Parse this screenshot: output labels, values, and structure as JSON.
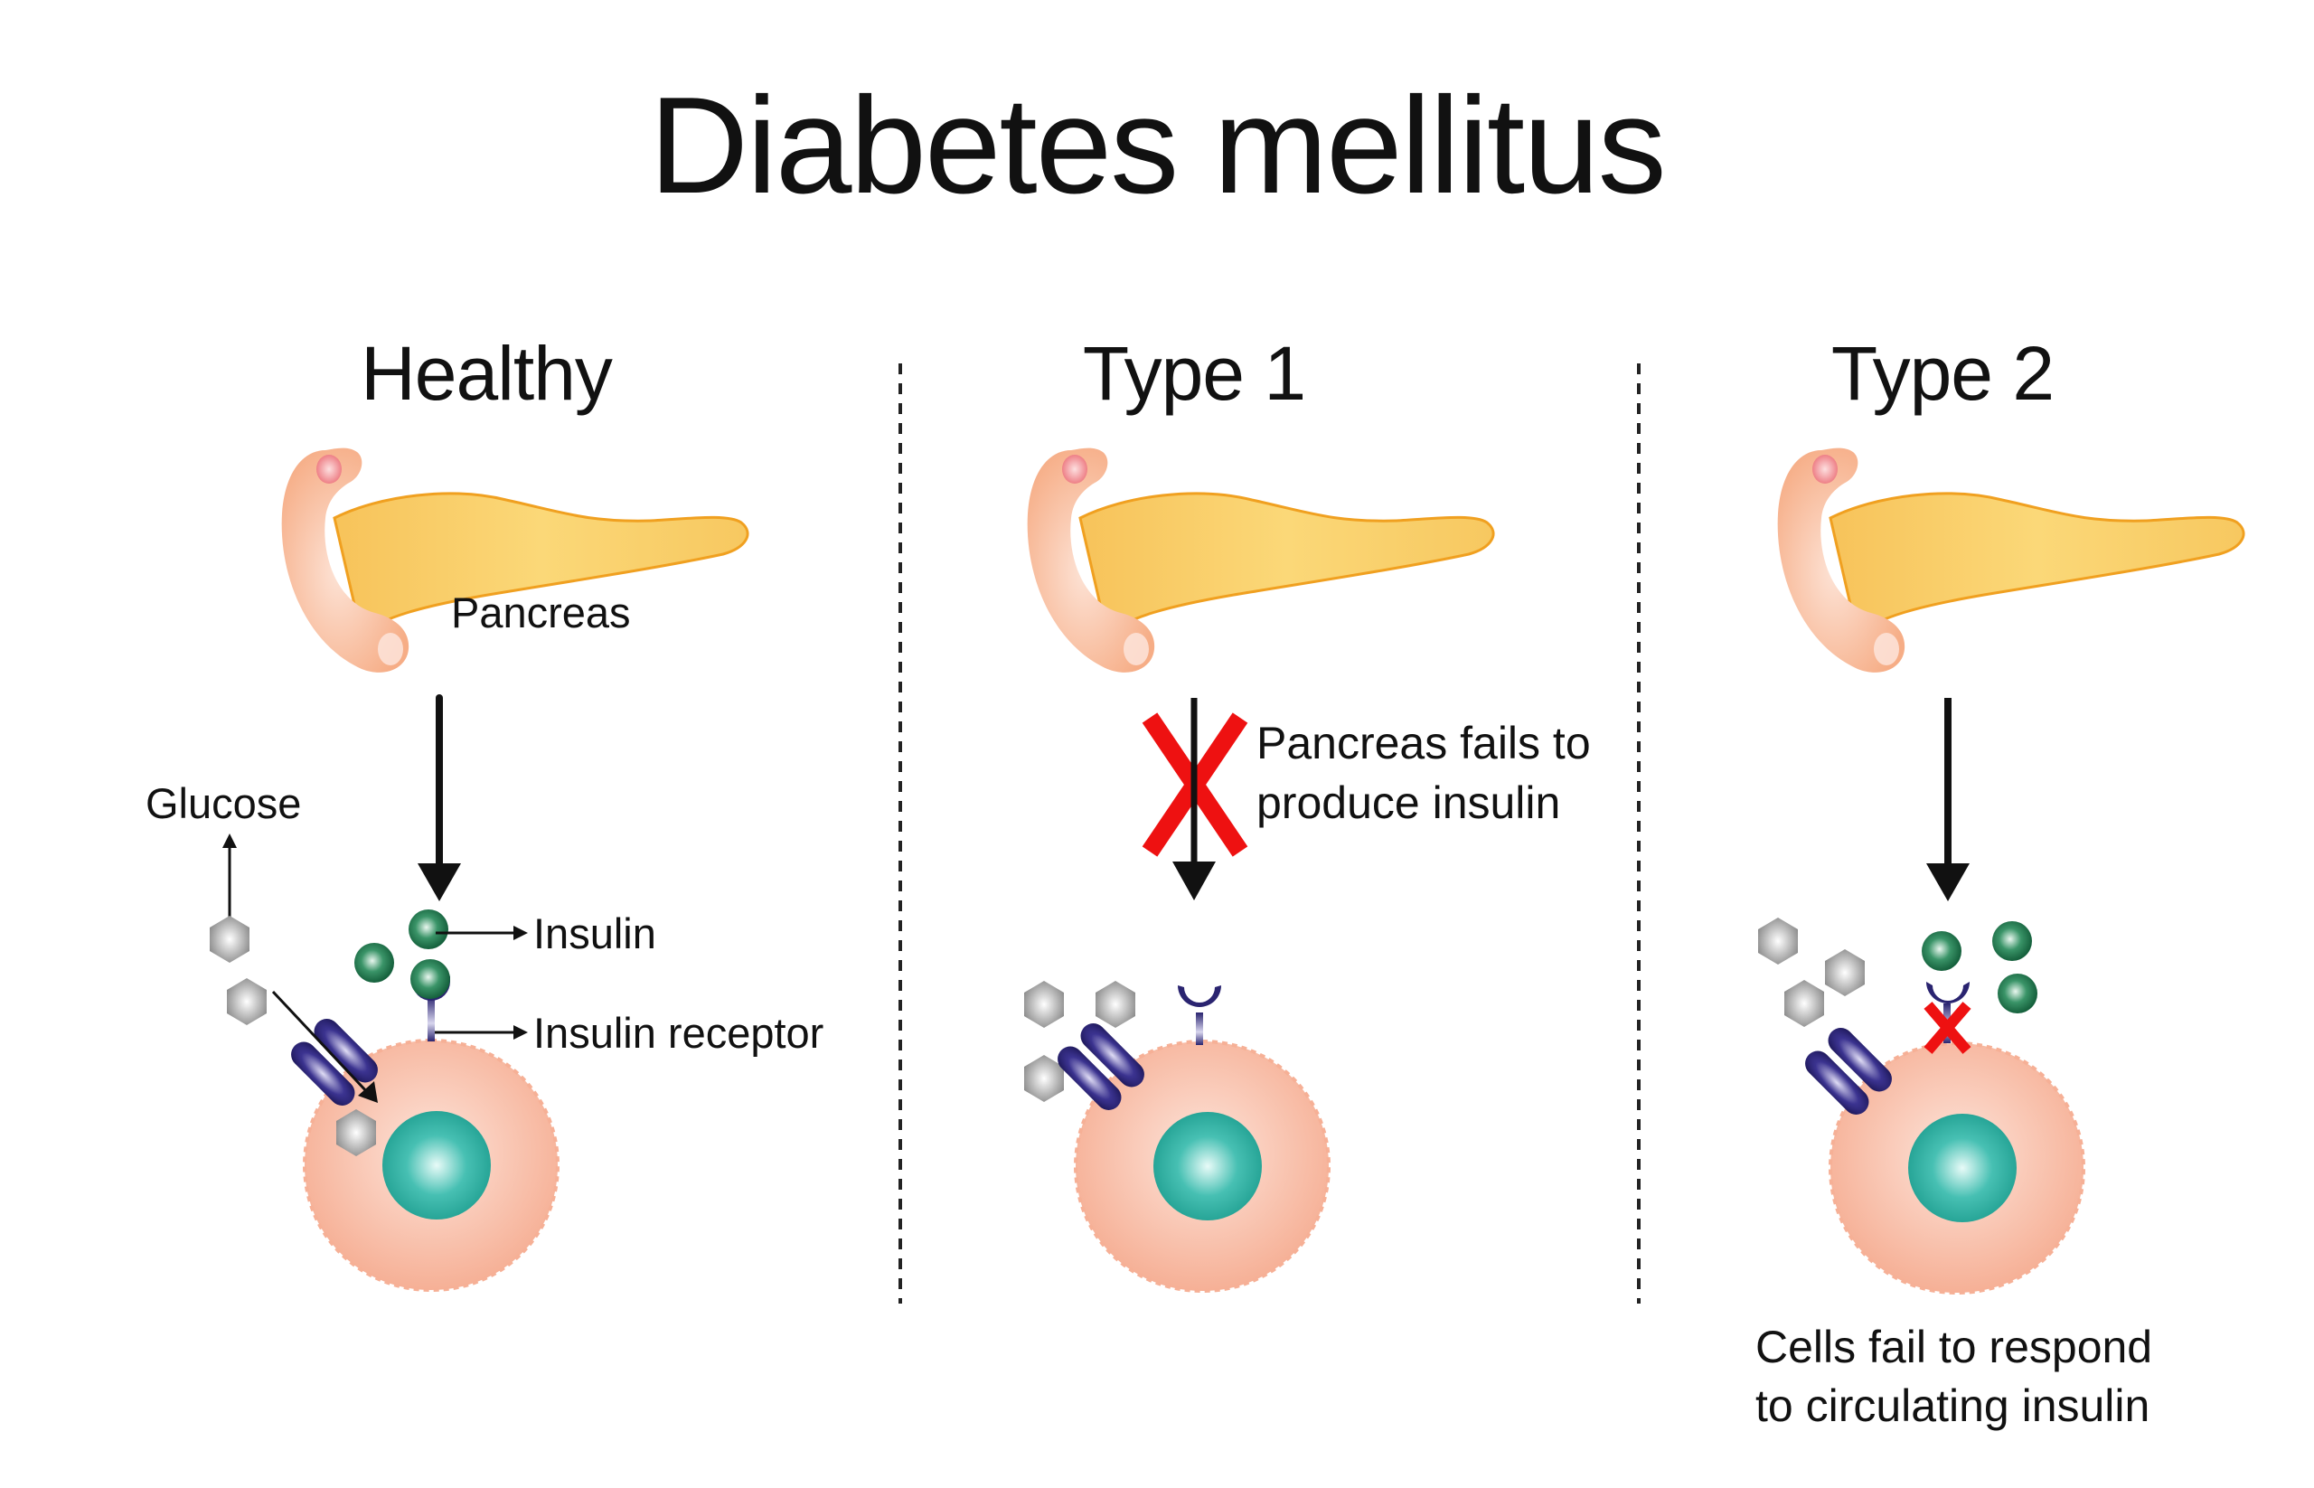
{
  "title": "Diabetes mellitus",
  "colors": {
    "text": "#111111",
    "pancreas_body": "#f9cf6a",
    "pancreas_outline": "#f0a020",
    "duodenum": "#f7b48f",
    "islet": "#f08a90",
    "cell": "#f8b9a0",
    "nucleus": "#2fb3a6",
    "insulin": "#1f7a50",
    "glucose": "#9a9a9a",
    "receptor": "#2a2470",
    "red_x": "#ee1111",
    "divider": "#222222"
  },
  "panels": [
    {
      "id": "healthy",
      "heading": "Healthy",
      "pancreas_label": "Pancreas",
      "glucose_label": "Glucose",
      "insulin_label": "Insulin",
      "receptor_label": "Insulin receptor",
      "insulin_released": true,
      "receptor_blocked": false
    },
    {
      "id": "type1",
      "heading": "Type 1",
      "note_line1": "Pancreas fails to",
      "note_line2": "produce insulin",
      "insulin_released": false,
      "receptor_blocked": false
    },
    {
      "id": "type2",
      "heading": "Type 2",
      "caption_line1": "Cells fail to respond",
      "caption_line2": "to circulating insulin",
      "insulin_released": true,
      "receptor_blocked": true
    }
  ]
}
